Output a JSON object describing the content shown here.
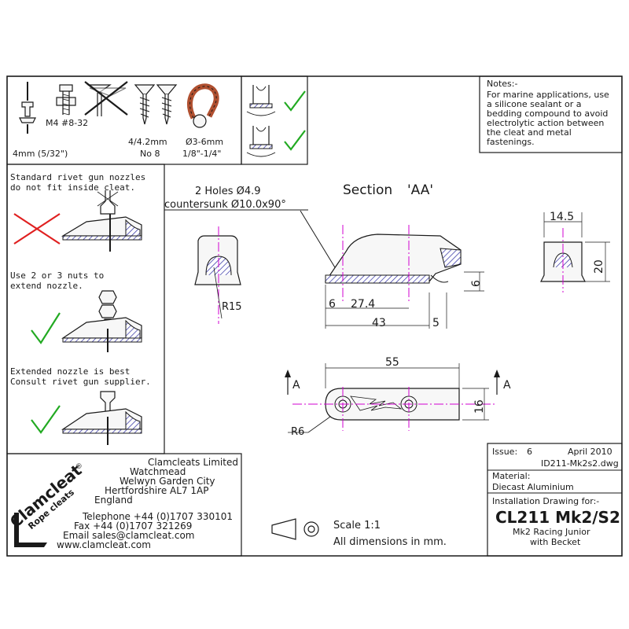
{
  "fasteners": {
    "rivet_label": "4mm (5/32\")",
    "bolt_label": "M4 #8-32",
    "screw_label_1": "4/4.2mm",
    "screw_label_2": "No 8",
    "rope_label_1": "Ø3-6mm",
    "rope_label_2": "1/8\"-1/4\""
  },
  "notes": {
    "title": "Notes:-",
    "lines": [
      "For marine applications, use",
      "a silicone sealant or a",
      "bedding compound to avoid",
      "electrolytic action between",
      "the cleat and metal",
      "fastenings."
    ]
  },
  "rivet_guide": {
    "block1": [
      "Standard rivet gun nozzles",
      "do not fit inside cleat."
    ],
    "block2": [
      "Use 2 or 3 nuts to",
      "extend nozzle."
    ],
    "block3": [
      "Extended nozzle is best",
      "Consult rivet gun supplier."
    ]
  },
  "drawing": {
    "holes_line1": "2 Holes Ø4.9",
    "holes_line2": "countersunk Ø10.0x90°",
    "section_title": "Section",
    "section_label": "'AA'",
    "dim_r15": "R15",
    "dim_6a": "6",
    "dim_27_4": "27.4",
    "dim_43": "43",
    "dim_5": "5",
    "dim_6b": "6",
    "dim_14_5": "14.5",
    "dim_20": "20",
    "dim_55": "55",
    "dim_16": "16",
    "dim_r6": "R6",
    "arrow_a_left": "A",
    "arrow_a_right": "A"
  },
  "company": {
    "logo_text": "Clamcleat",
    "logo_sub": "Rope cleats",
    "registered": "®",
    "address": [
      "Clamcleats Limited",
      "Watchmead",
      "Welwyn Garden City",
      "Hertfordshire AL7 1AP",
      "England"
    ],
    "telephone": "Telephone +44 (0)1707 330101",
    "fax": "Fax +44 (0)1707 321269",
    "email": "Email sales@clamcleat.com",
    "web": "www.clamcleat.com"
  },
  "scale": {
    "scale_text": "Scale 1:1",
    "units_text": "All dimensions in mm."
  },
  "title_block": {
    "issue_label": "Issue:",
    "issue_number": "6",
    "date": "April 2010",
    "file": "ID211-Mk2s2.dwg",
    "material_label": "Material:",
    "material": "Diecast Aluminium",
    "install_label": "Installation Drawing for:-",
    "part_number": "CL211 Mk2/S2",
    "desc_1": "Mk2 Racing Junior",
    "desc_2": "with Becket"
  },
  "colors": {
    "line": "#1a1a1a",
    "centerline": "#d000d0",
    "check": "#22aa22",
    "cross": "#e02020",
    "hatch": "#2a2aa0"
  }
}
